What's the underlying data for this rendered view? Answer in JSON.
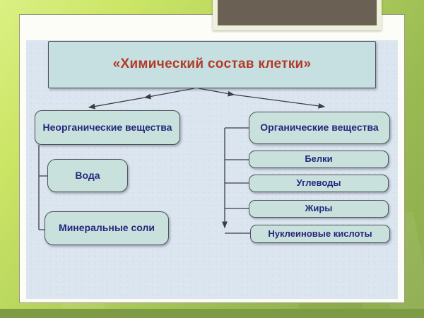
{
  "slide": {
    "title": "«Химический состав клетки»",
    "branches": {
      "left": {
        "header": "Неорганические вещества",
        "children": [
          "Вода",
          "Минеральные соли"
        ]
      },
      "right": {
        "header": "Органические вещества",
        "children": [
          "Белки",
          "Углеводы",
          "Жиры",
          "Нуклеиновые кислоты"
        ]
      }
    }
  },
  "colors": {
    "title_text": "#b23a28",
    "node_text": "#26267d",
    "node_fill": "#c9e1dd",
    "node_border": "#50505a",
    "connector": "#3c3c46",
    "background_green": "#a9c757",
    "bottom_strip_green": "#7d9a45",
    "canvas_blue": "#dbe5ef",
    "frame_white": "#fdfdf8",
    "photo_box_fill": "#6a6054",
    "photo_box_border": "#eef0da"
  }
}
